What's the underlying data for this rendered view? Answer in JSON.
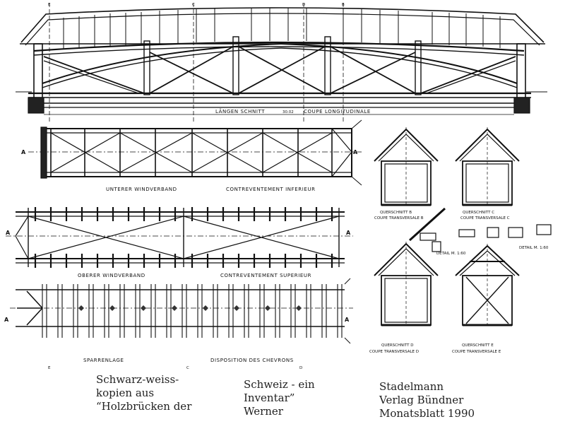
{
  "drawing": {
    "long_section": "LÄNGEN SCHNITT",
    "long_section_fr": "COUPE LONGITUDINALE",
    "span": "30.02",
    "lower_bracing": "UNTERER WINDVERBAND",
    "lower_bracing_fr": "CONTREVENTEMENT INFERIEUR",
    "upper_bracing": "OBERER WINDVERBAND",
    "upper_bracing_fr": "CONTREVENTEMENT SUPERIEUR",
    "rafters": "SPARRENLAGE",
    "rafters_fr": "DISPOSITION DES CHEVRONS",
    "section_b": "QUERSCHNITT B",
    "section_b_fr": "COUPE TRANSVERSALE B",
    "section_c": "QUERSCHNITT C",
    "section_c_fr": "COUPE TRANSVERSALE C",
    "section_d": "QUERSCHNITT D",
    "section_d_fr": "COUPE TRANSVERSALE D",
    "section_e": "QUERSCHNITT E",
    "section_e_fr": "COUPE TRANSVERSALE E",
    "detail_1": "DETAIL M. 1:60",
    "detail_2": "DETAIL M. 1:60",
    "mark_a": "A",
    "mark_b": "B",
    "mark_c": "C",
    "mark_d": "D",
    "mark_e": "E"
  },
  "captions": {
    "left": [
      "Schwarz-weiss-",
      "kopien aus",
      "“Holzbrücken der"
    ],
    "middle": [
      "Schweiz - ein",
      "Inventar”",
      "Werner"
    ],
    "right": [
      "Stadelmann",
      "Verlag Bündner",
      "Monatsblatt 1990"
    ]
  }
}
